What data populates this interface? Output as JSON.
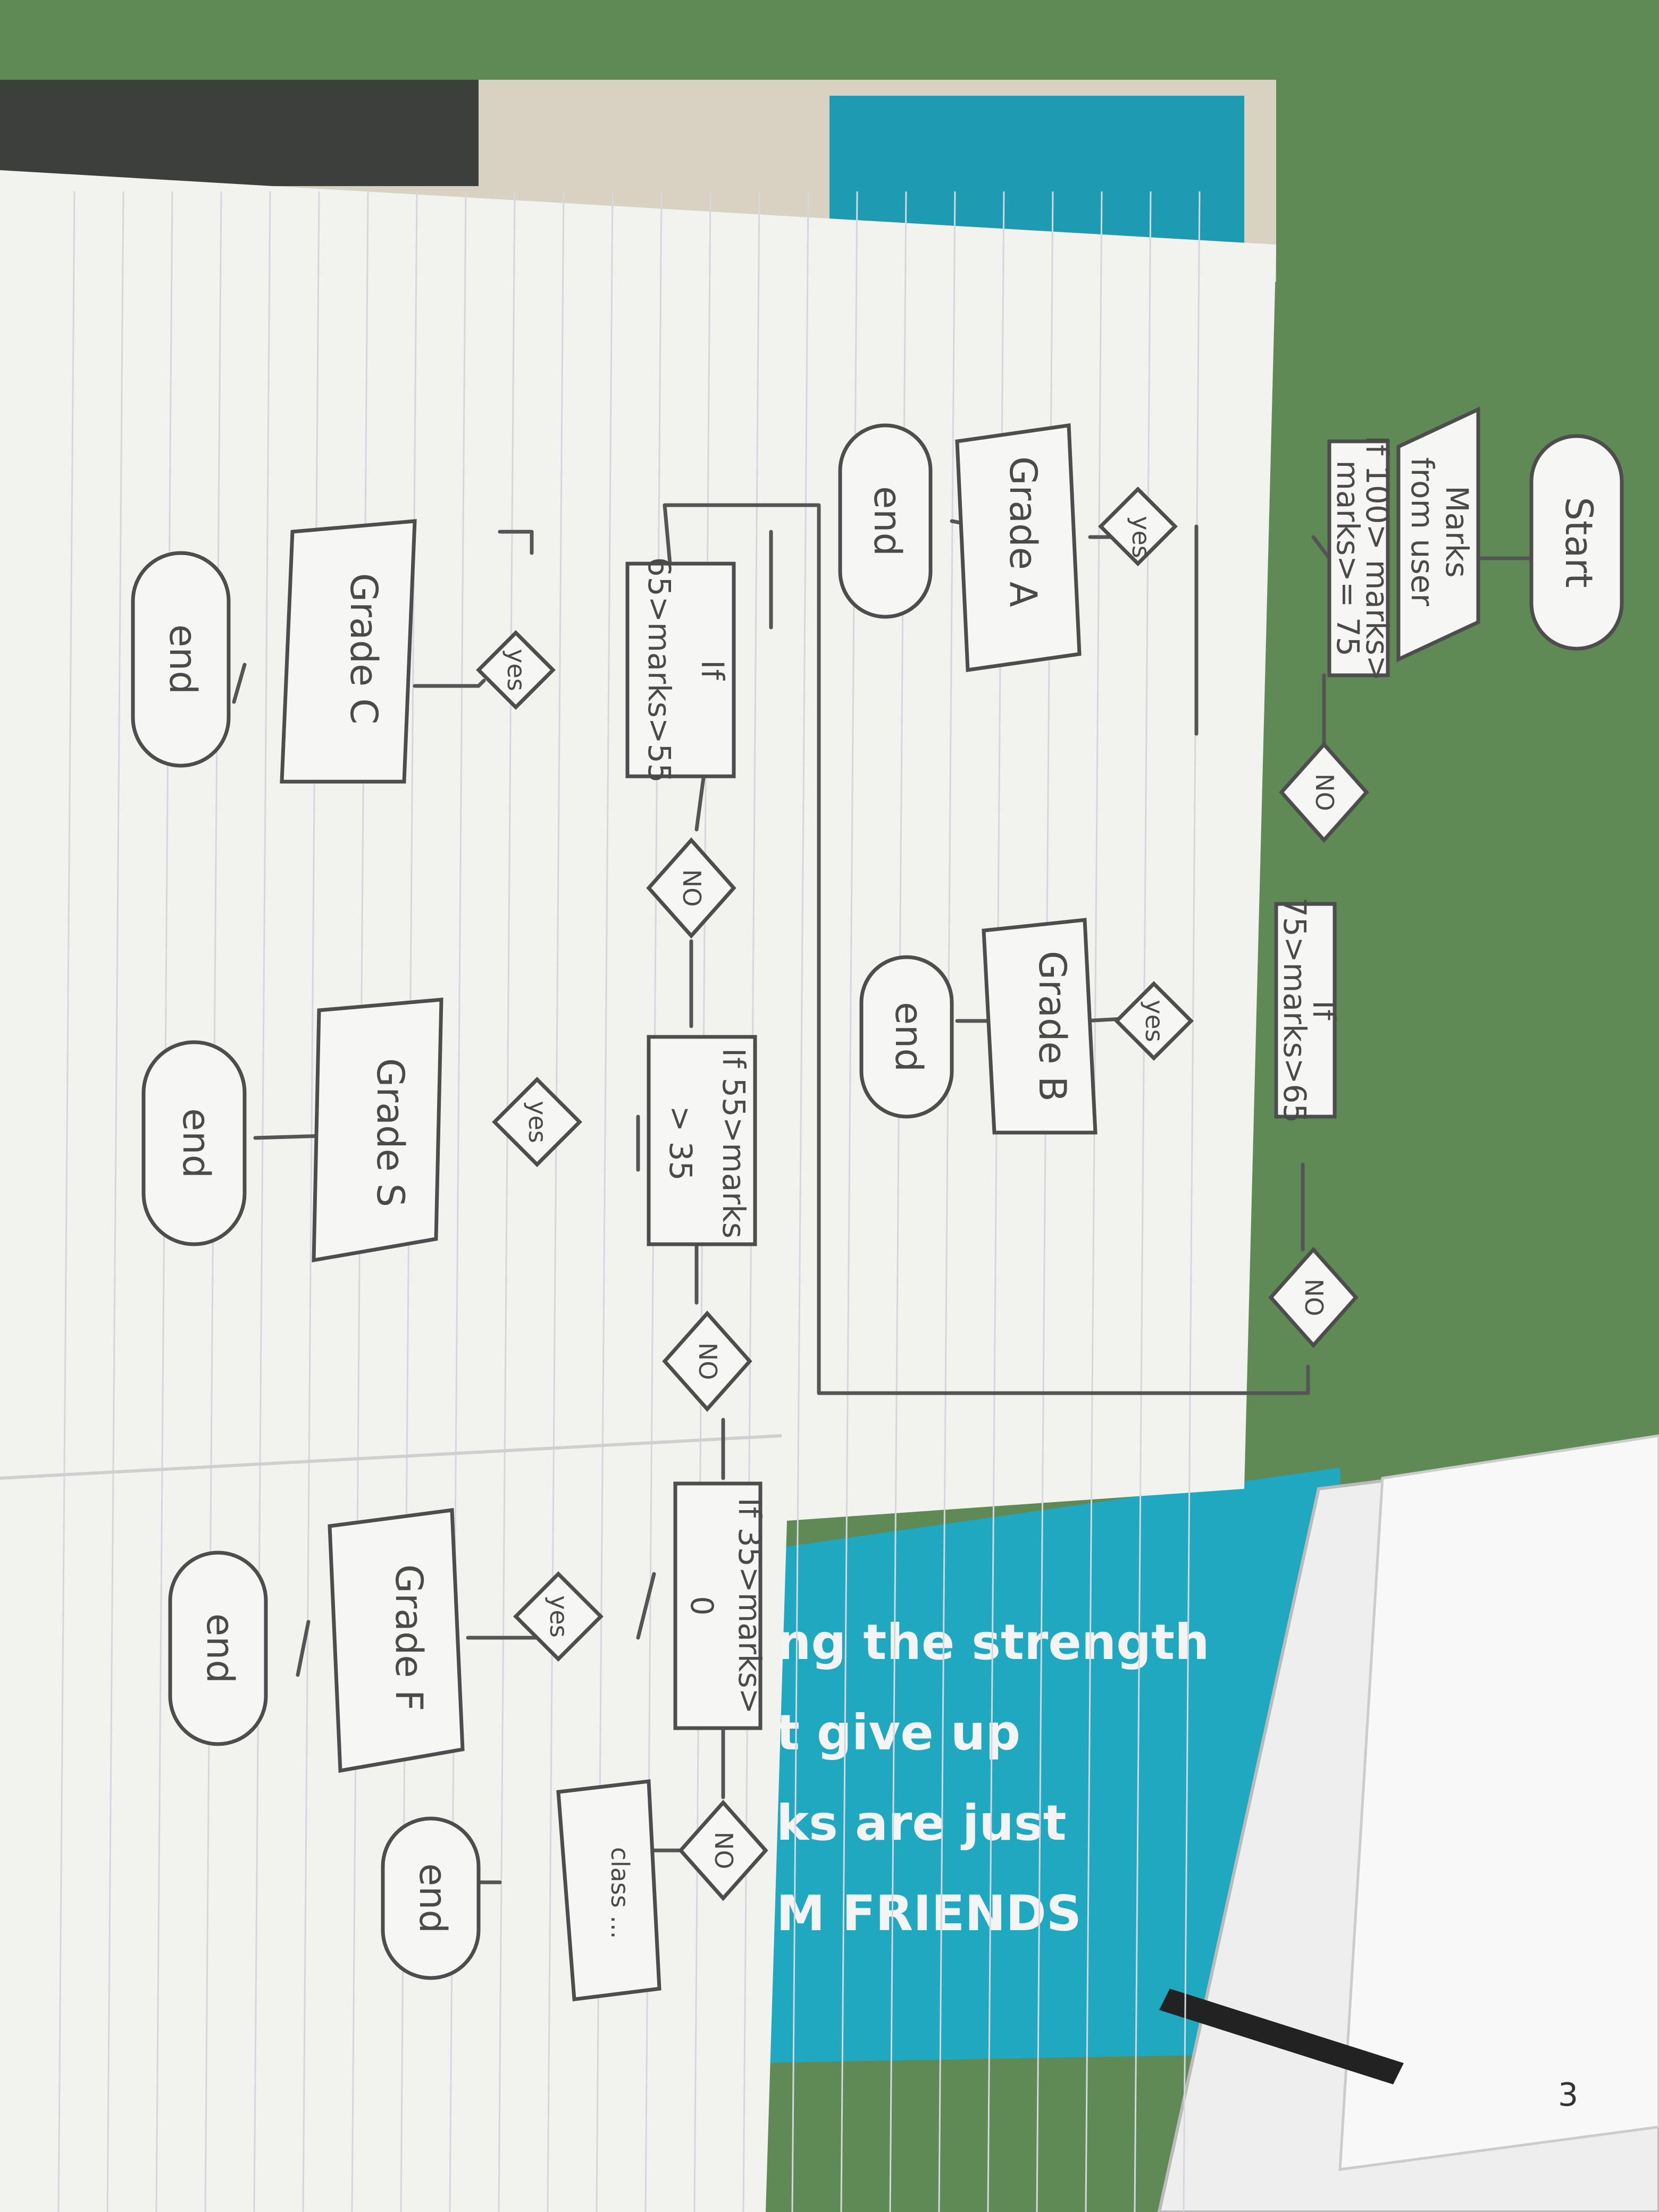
{
  "colors": {
    "background": "#5f8a55",
    "paper": "#f2f2ef",
    "poster": "#1fa8bf",
    "pencil": "#4d4d4d"
  },
  "flowchart": {
    "start": "Start",
    "input": {
      "line1": "Marks",
      "line2": "from user"
    },
    "decisions": [
      {
        "line1": "If 100> marks>",
        "line2": "marks>= 75"
      },
      {
        "line1": "If",
        "line2": "75>marks>65"
      },
      {
        "line1": "If",
        "line2": "65>marks>55"
      },
      {
        "line1": "If 55>marks",
        "line2": "> 35"
      },
      {
        "line1": "If 35>marks>",
        "line2": "0"
      }
    ],
    "outputs": [
      "Grade A",
      "Grade B",
      "Grade C",
      "Grade S",
      "Grade F",
      "class ..."
    ],
    "labels": {
      "yes": "yes",
      "no": "NO"
    },
    "end": "end"
  },
  "poster": {
    "lines": [
      "ng the strength",
      "t give up",
      "ks are just",
      "M FRIENDS"
    ]
  },
  "misc_marks": {
    "digit": "3"
  }
}
